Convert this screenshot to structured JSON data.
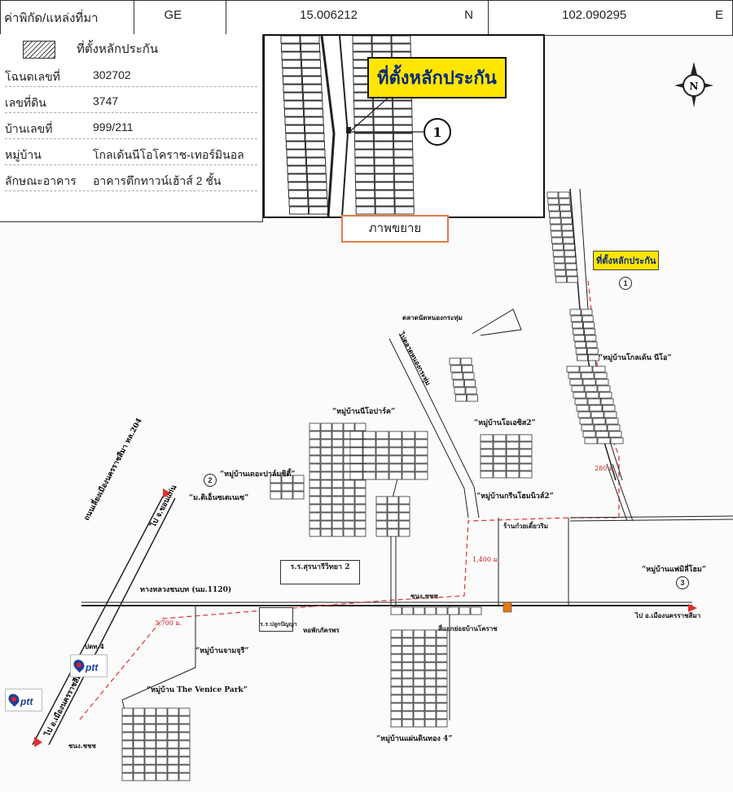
{
  "coordinates": {
    "source_label": "ค่าพิกัด/แหล่งที่มา",
    "source": "GE",
    "latitude": "15.006212",
    "lat_dir": "N",
    "longitude": "102.090295",
    "lon_dir": "E"
  },
  "legend": {
    "label": "ที่ตั้งหลักประกัน"
  },
  "details": [
    {
      "label": "โฉนดเลขที่",
      "value": "302702"
    },
    {
      "label": "เลขที่ดิน",
      "value": "3747"
    },
    {
      "label": "บ้านเลขที่",
      "value": "999/211"
    },
    {
      "label": "หมู่บ้าน",
      "value": "โกลเด้นนีโอโคราช-เทอร์มินอล"
    },
    {
      "label": "ลักษณะอาคาร",
      "value": "อาคารตึกทาวน์เฮ้าส์ 2 ชั้น"
    }
  ],
  "inset": {
    "callout": "ที่ตั้งหลักประกัน",
    "marker": "1",
    "zoom_label": "ภาพขยาย"
  },
  "compass": {
    "letter": "N"
  },
  "map": {
    "callout": "ที่ตั้งหลักประกัน",
    "markers": [
      "1",
      "2",
      "3"
    ],
    "villages": [
      "“หมู่บ้านโกลเด้น นีโอ”",
      "“หมู่บ้านโอเอซิส2”",
      "“หมู่บ้านนีโอปาร์ค”",
      "“หมู่บ้านเดอะปาล์มซิตี้”",
      "“หมู่บ้านกรีนโฮมนิวส์2”",
      "“หมู่บ้านแฟมิลี่โฮม”",
      "“หมู่บ้านจามจุรี”",
      "“หมู่บ้าน The Venice Park”",
      "“หมู่บ้านแผ่นดินทอง 4”"
    ],
    "places": {
      "university": "“ม.ติเอ็นซเตเนเซ”",
      "school": "ร.ร.สุรนารีวิทยา 2",
      "school2": "ร.ร.ปลูกปัญญา",
      "dorm": "หอพักภัครพร",
      "market": "ตลาดนัดหนองกระทุ่ม",
      "noodle": "ร้านก๋วยเตี๋ยวริม",
      "gas": "ปตท.4",
      "road_main": "ทางหลวงชนบท (นม.1120)",
      "road_bypass": "ถนนเลี่ยงเมืองนครราชสีมา ทล.204",
      "to_city": "ไป อ.เมืองนครราชสีมา",
      "to_khonkaen": "ไป จ.ขอนแก่น",
      "to_city2": "ไป อ.เมืองนครราชสีมา",
      "junction": "ชนง.ชชช",
      "junction2": "ชนง.ชชช",
      "intersection": "สี่แยกย่อยบ้านโคราช",
      "to_market": "ไปตลาดหนองกระทุ่ม",
      "dist1": "280 ม.",
      "dist2": "1,400 ม.",
      "dist3": "3,700 ม."
    },
    "brand": "ptt"
  }
}
